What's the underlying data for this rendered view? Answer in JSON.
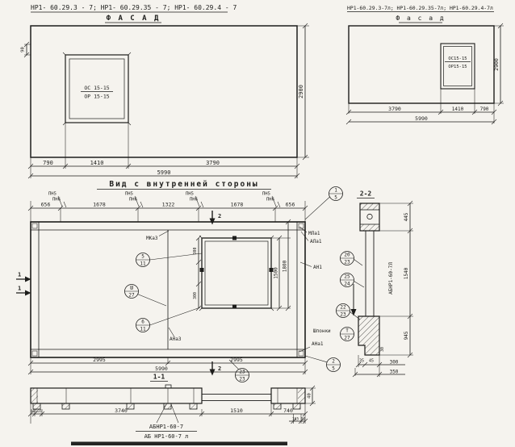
{
  "colors": {
    "bg": "#f5f3ee",
    "ink": "#1d1d1b"
  },
  "fl": {
    "title": "НР1- 60.29.3 - 7;  НР1- 60.29.35 - 7;  НР1- 60.29.4 - 7",
    "view": "Ф А С А Д",
    "win_top": "ОС 15-15",
    "win_bot": "ОР 15-15",
    "d90": "90",
    "d790": "790",
    "d1410": "1410",
    "d3790": "3790",
    "d5990": "5990",
    "dh": "2900"
  },
  "fr": {
    "title": "НР1-60.29.3-7л;  НР1-60.29.35-7л;  НР1-60.29.4-7л",
    "view": "Ф а с а д",
    "win_top": "ОС15-15",
    "win_bot": "ОР15-15",
    "d3790": "3790",
    "d1410": "1410",
    "d790": "790",
    "d5990": "5990",
    "dh": "2900"
  },
  "iv": {
    "title": "Вид с внутренней стороны",
    "pn5": "ПН5",
    "pn6": "ПН6",
    "d656": "656",
    "d1678": "1678",
    "d1322": "1322",
    "d300": "300",
    "d1500": "1500",
    "d1800": "1800",
    "d2995": "2995",
    "d5990": "5990",
    "mka3": "МКа3",
    "mla1": "МЛа1",
    "ala1": "АЛа1",
    "an1": "АН1",
    "ana3": "АНа3",
    "ana1": "АНа1",
    "shponki": "Шпонки",
    "sec1": "1",
    "sec2": "2",
    "c15t": "1",
    "c15b": "5",
    "c25t": "2",
    "c25b": "5",
    "c511t": "5",
    "c511b": "11",
    "c611t": "6",
    "c611b": "11",
    "cSht": "Ш",
    "cShb": "27",
    "cTt": "Т",
    "cTb": "27",
    "c2023t": "20",
    "c2023b": "23",
    "c2524t": "25",
    "c2524b": "24",
    "c2223t": "22",
    "c2223b": "23",
    "c2323t": "23",
    "c2323b": "23"
  },
  "s22": {
    "title": "2-2",
    "d445": "445",
    "d1540": "1540",
    "d945": "945",
    "d300": "300",
    "d350": "350",
    "d35": "35",
    "d45": "45",
    "d30": "30",
    "label": "АБНР1-60-7Л"
  },
  "s11": {
    "title": "1-1",
    "d90": "90",
    "d165": "165",
    "d3740": "3740",
    "d1510": "1510",
    "d740": "740",
    "d40": "40",
    "label1": "АБНР1-60-7",
    "label2": "АБ НР1-60-7 л"
  }
}
